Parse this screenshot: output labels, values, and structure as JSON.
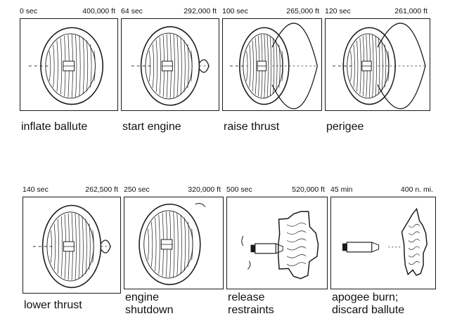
{
  "panels": [
    {
      "time": "0 sec",
      "altitude": "400,000 ft",
      "caption_lines": [
        "inflate ballute"
      ],
      "scene": "ballute-inflate"
    },
    {
      "time": "64 sec",
      "altitude": "292,000 ft",
      "caption_lines": [
        "start engine"
      ],
      "scene": "ballute-small-plume"
    },
    {
      "time": "100 sec",
      "altitude": "265,000 ft",
      "caption_lines": [
        "raise thrust"
      ],
      "scene": "ballute-large-plume"
    },
    {
      "time": "120 sec",
      "altitude": "261,000 ft",
      "caption_lines": [
        "perigee"
      ],
      "scene": "ballute-large-plume"
    },
    {
      "time": "140 sec",
      "altitude": "262,500 ft",
      "caption_lines": [
        "lower thrust"
      ],
      "scene": "ballute-small-plume"
    },
    {
      "time": "250 sec",
      "altitude": "320,000 ft",
      "caption_lines": [
        "engine",
        "shutdown"
      ],
      "scene": "ballute-shutdown"
    },
    {
      "time": "500 sec",
      "altitude": "520,000 ft",
      "caption_lines": [
        "release",
        "restraints"
      ],
      "scene": "release-restraints"
    },
    {
      "time": "45 min",
      "altitude": "400 n. mi.",
      "caption_lines": [
        "apogee burn;",
        "discard ballute"
      ],
      "scene": "discard-ballute"
    }
  ],
  "colors": {
    "ink": "#1a1a1a",
    "background": "#ffffff"
  }
}
